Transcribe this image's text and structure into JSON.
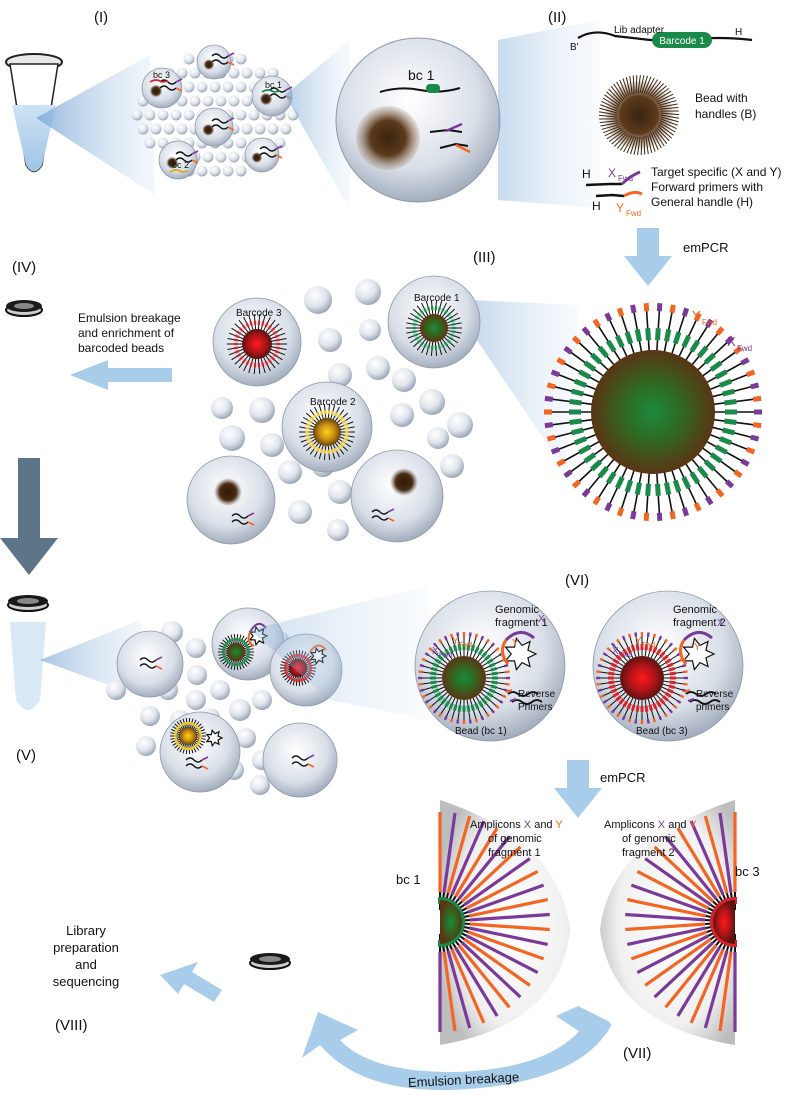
{
  "stages": {
    "s1": "(I)",
    "s2": "(II)",
    "s3": "(III)",
    "s4": "(IV)",
    "s5": "(V)",
    "s6": "(VI)",
    "s7": "(VII)",
    "s8": "(VIII)"
  },
  "panel1": {
    "bc1": "bc 1",
    "bc2": "bc 2",
    "bc3": "bc 3",
    "zoom_bc1": "bc 1"
  },
  "panel2": {
    "b_prime": "B'",
    "lib_adapter": "Lib adapter",
    "barcode1": "Barcode 1",
    "h": "H",
    "bead_line1": "Bead with",
    "bead_line2": "handles (B)",
    "primer_h1": "H",
    "primer_h2": "H",
    "x_letter": "X",
    "y_letter": "Y",
    "fwd": "Fwd",
    "target_line1": "Target specific (X and Y)",
    "target_line2": "Forward primers with",
    "target_line3": "General handle (H)"
  },
  "emPCR_label": "emPCR",
  "panel3": {
    "barcode1": "Barcode 1",
    "barcode2": "Barcode 2",
    "barcode3": "Barcode 3",
    "x_letter": "X",
    "y_letter": "Y",
    "fwd": "Fwd"
  },
  "panel4": {
    "line1": "Emulsion breakage",
    "line2": "and enrichment of",
    "line3": "barcoded beads"
  },
  "panel6": {
    "gen1_line1": "Genomic",
    "gen1_line2": "fragment 1",
    "gen2_line1": "Genomic",
    "gen2_line2": "fragment 2",
    "x_letter": "X",
    "y_letter": "Y",
    "fwd": "Fwd",
    "rev1_line1": "Reverse",
    "rev1_line2": "Primers",
    "rev2_line1": "Reverse",
    "rev2_line2": "primers",
    "bead1": "Bead (bc 1)",
    "bead3": "Bead (bc 3)"
  },
  "emPCR_label2": "emPCR",
  "panel7": {
    "amp1_a": "Amplicons ",
    "amp1_x": "X",
    "amp1_and": " and ",
    "amp1_y": "Y",
    "amp1_line2": "of genomic",
    "amp1_line3": "fragment 1",
    "amp2_a": "Amplicons ",
    "amp2_x": "X",
    "amp2_and": " and ",
    "amp2_y": "Y",
    "amp2_line2": "of genomic",
    "amp2_line3": "fragment 2",
    "bc1": "bc 1",
    "bc3": "bc 3"
  },
  "panel8": {
    "line1": "Library",
    "line2": "preparation",
    "line3": "and",
    "line4": "sequencing"
  },
  "emulsion_breakage": "Emulsion breakage",
  "colors": {
    "purple": "#7a3a99",
    "orange": "#f26522",
    "green": "#1a8a4a",
    "red": "#d8232a",
    "arrow_light": "#a8cdea",
    "arrow_dark": "#5e7488"
  }
}
